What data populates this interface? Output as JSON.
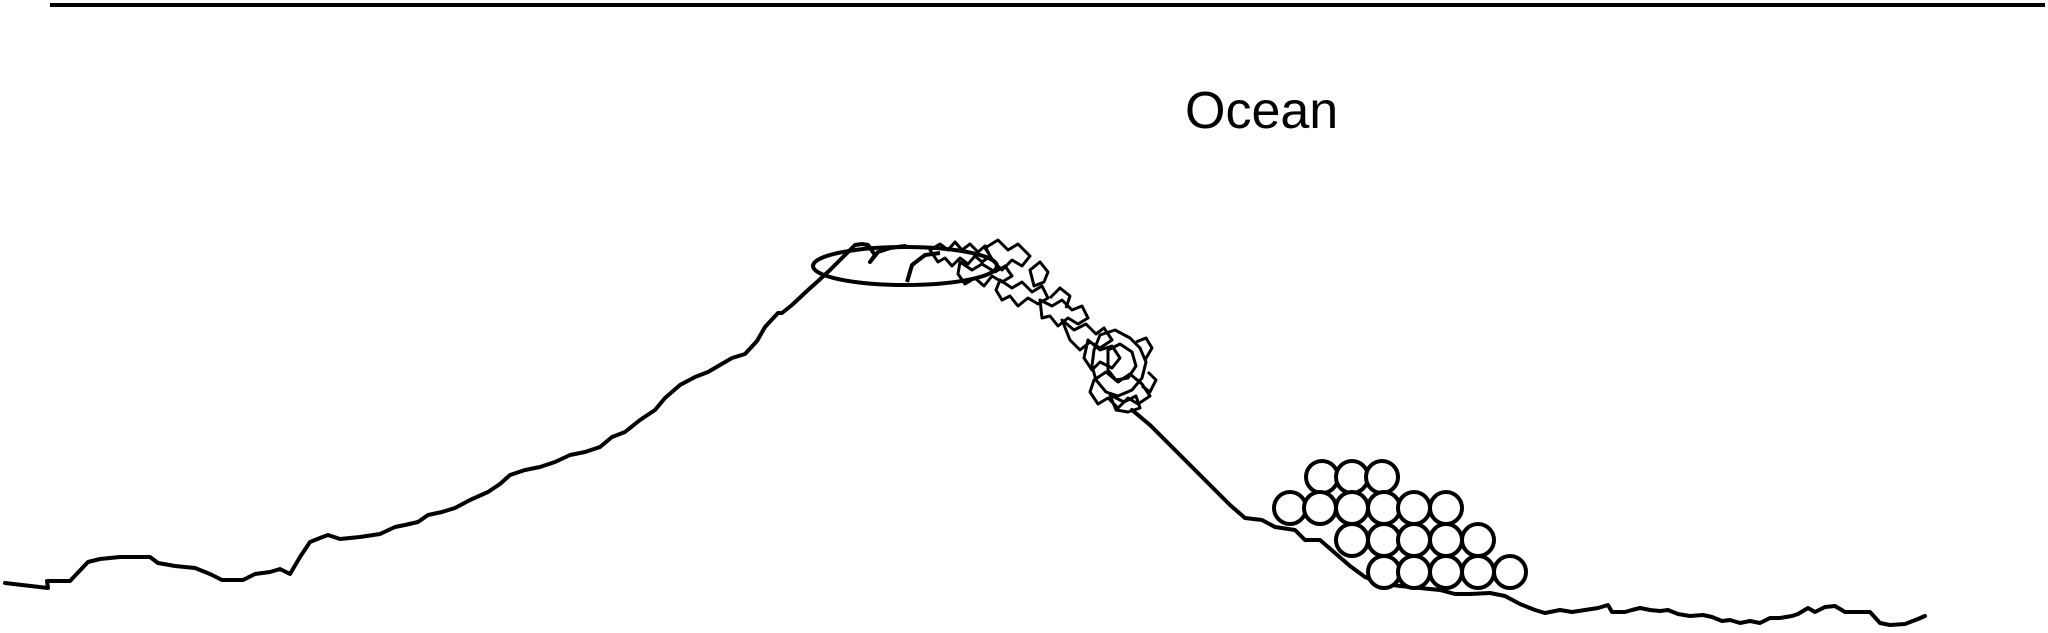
{
  "diagram": {
    "label": "Ocean",
    "colors": {
      "line": "#000000",
      "background": "#ffffff",
      "fill": "#ffffff"
    },
    "elements": [
      "sea-surface-line",
      "seafloor-profile",
      "seamount-summit-crater",
      "slope-rubble-cluster",
      "boulder-pile"
    ]
  }
}
